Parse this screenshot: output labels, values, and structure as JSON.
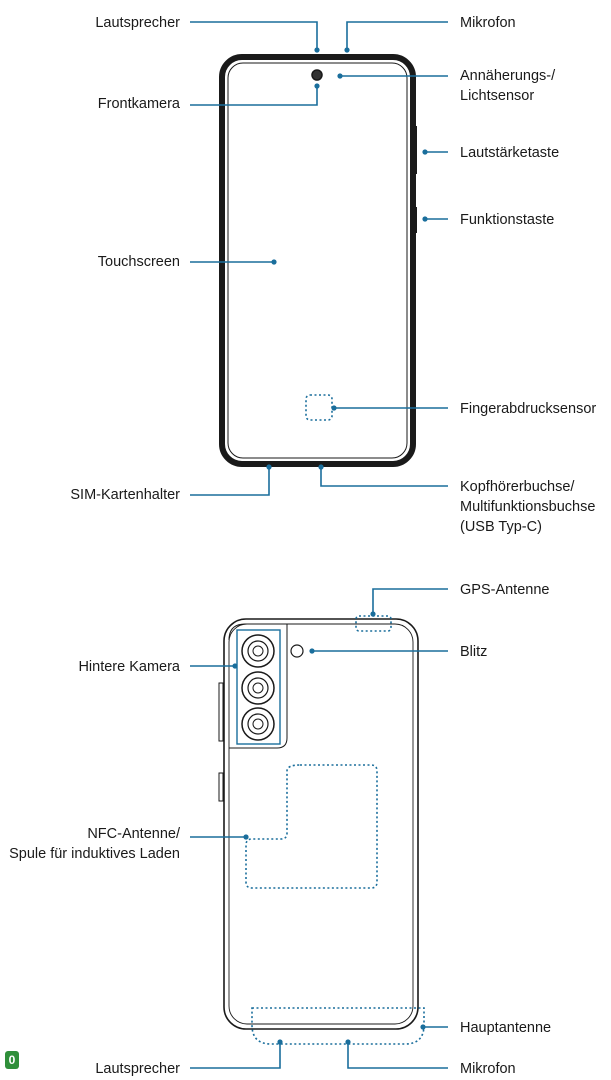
{
  "front_view": {
    "labels": {
      "speaker_top": "Lautsprecher",
      "microphone_top": "Mikrofon",
      "front_camera": "Frontkamera",
      "proximity_light_sensor_line1": "Annäherungs-/",
      "proximity_light_sensor_line2": "Lichtsensor",
      "volume_key": "Lautstärketaste",
      "function_key": "Funktionstaste",
      "touchscreen": "Touchscreen",
      "fingerprint_sensor": "Fingerabdrucksensor",
      "sim_tray": "SIM-Kartenhalter",
      "headphone_jack_line1": "Kopfhörerbuchse/",
      "headphone_jack_line2": "Multifunktionsbuchse",
      "headphone_jack_line3": "(USB Typ-C)"
    }
  },
  "back_view": {
    "labels": {
      "gps_antenna": "GPS-Antenne",
      "rear_camera": "Hintere Kamera",
      "flash": "Blitz",
      "nfc_antenna_line1": "NFC-Antenne/",
      "nfc_antenna_line2": "Spule für induktives Laden",
      "main_antenna": "Hauptantenne",
      "speaker_bottom": "Lautsprecher",
      "microphone_bottom": "Mikrofon"
    }
  },
  "page_number": "0",
  "colors": {
    "leader": "#1a6e9c",
    "outline": "#1a1a1a",
    "page_badge": "#2f8f3a"
  }
}
